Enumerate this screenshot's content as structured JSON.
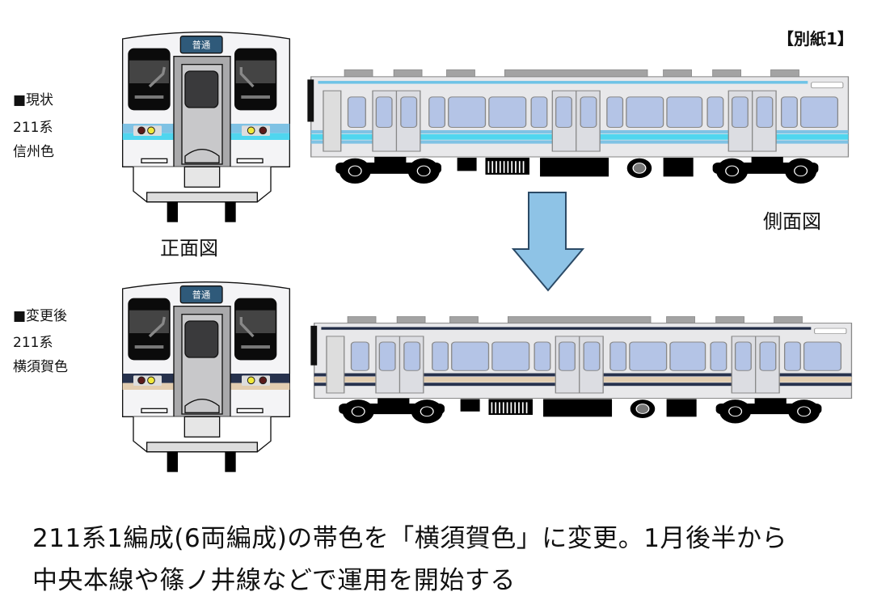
{
  "doc_label": "【別紙1】",
  "current": {
    "heading": "■現状",
    "series": "211系",
    "color_name": "信州色"
  },
  "changed": {
    "heading": "■変更後",
    "series": "211系",
    "color_name": "横須賀色"
  },
  "front_view_label": "正面図",
  "side_view_label": "側面図",
  "headboard_text": "普通",
  "caption": {
    "line1": "211系1編成(6両編成)の帯色を「横須賀色」に変更。1月後半から",
    "line2": "中央本線や篠ノ井線などで運用を開始する"
  },
  "schemes": {
    "current": {
      "top_stripe": "#6ec3e6",
      "band_a": "#7fc2e4",
      "band_b": "#4fd6ef",
      "band_c": "#7fc2e4"
    },
    "changed": {
      "top_stripe": "#1f2a44",
      "band_a": "#27324d",
      "band_b": "#e2cdb0",
      "band_c": "#27324d"
    }
  },
  "arrow_color": "#8ec3e6"
}
